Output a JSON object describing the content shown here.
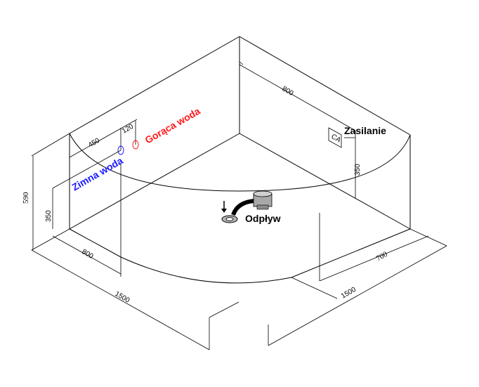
{
  "colors": {
    "line": "#000000",
    "cold": "#1a1aff",
    "hot": "#ff1a1a",
    "fitting": "#9a9a9a"
  },
  "labels": {
    "zasilanie": "Zasilanie",
    "odplyw": "Odpływ",
    "zimna": "Zimna woda",
    "goraca": "Gorąca woda",
    "ca": "CA"
  },
  "dimensions": {
    "height": "590",
    "back_top": "800",
    "left_top_a": "450",
    "left_top_b": "120",
    "left_h": "350",
    "right_h": "350",
    "front_left": "800",
    "right_bottom": "700",
    "base_left": "1500",
    "base_right": "1500"
  },
  "icons": {
    "drain": "drain-icon",
    "siphon": "siphon-fitting-icon",
    "arrow": "down-arrow-icon",
    "power": "power-box-icon"
  }
}
